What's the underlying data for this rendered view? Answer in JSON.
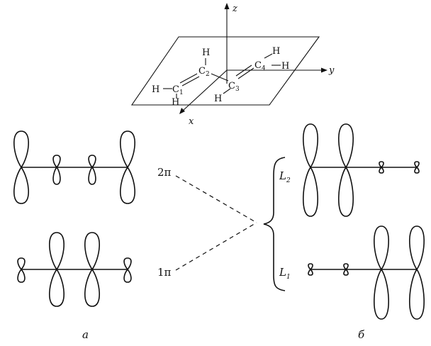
{
  "molecule": {
    "axis_labels": {
      "x": "x",
      "y": "y",
      "z": "z"
    },
    "carbons": [
      {
        "symbol": "C",
        "index": "1"
      },
      {
        "symbol": "C",
        "index": "2"
      },
      {
        "symbol": "C",
        "index": "3"
      },
      {
        "symbol": "C",
        "index": "4"
      }
    ],
    "hydrogens": [
      "H",
      "H",
      "H",
      "H",
      "H",
      "H"
    ]
  },
  "levels": {
    "upper": "2π",
    "lower": "1π"
  },
  "localized_orbitals": {
    "upper": {
      "symbol": "L",
      "index": "2"
    },
    "lower": {
      "symbol": "L",
      "index": "1"
    }
  },
  "panel_labels": {
    "left": "а",
    "right": "б"
  },
  "colors": {
    "ink": "#111111",
    "hatch": "#111111",
    "background": "#ffffff"
  }
}
